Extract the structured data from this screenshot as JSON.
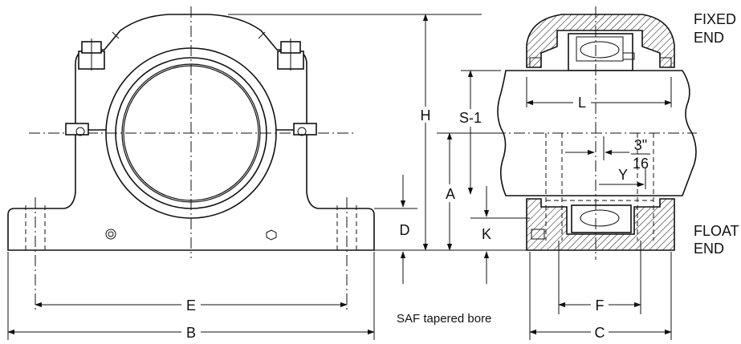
{
  "labels": {
    "fixed_end_line1": "FIXED",
    "fixed_end_line2": "END",
    "float_end_line1": "FLOAT",
    "float_end_line2": "END",
    "H": "H",
    "S1": "S-1",
    "L": "L",
    "A": "A",
    "D": "D",
    "K": "K",
    "Y": "Y",
    "F": "F",
    "C": "C",
    "E": "E",
    "B": "B",
    "frac_num": "3\"",
    "frac_den": "16"
  },
  "caption": "SAF tapered bore"
}
